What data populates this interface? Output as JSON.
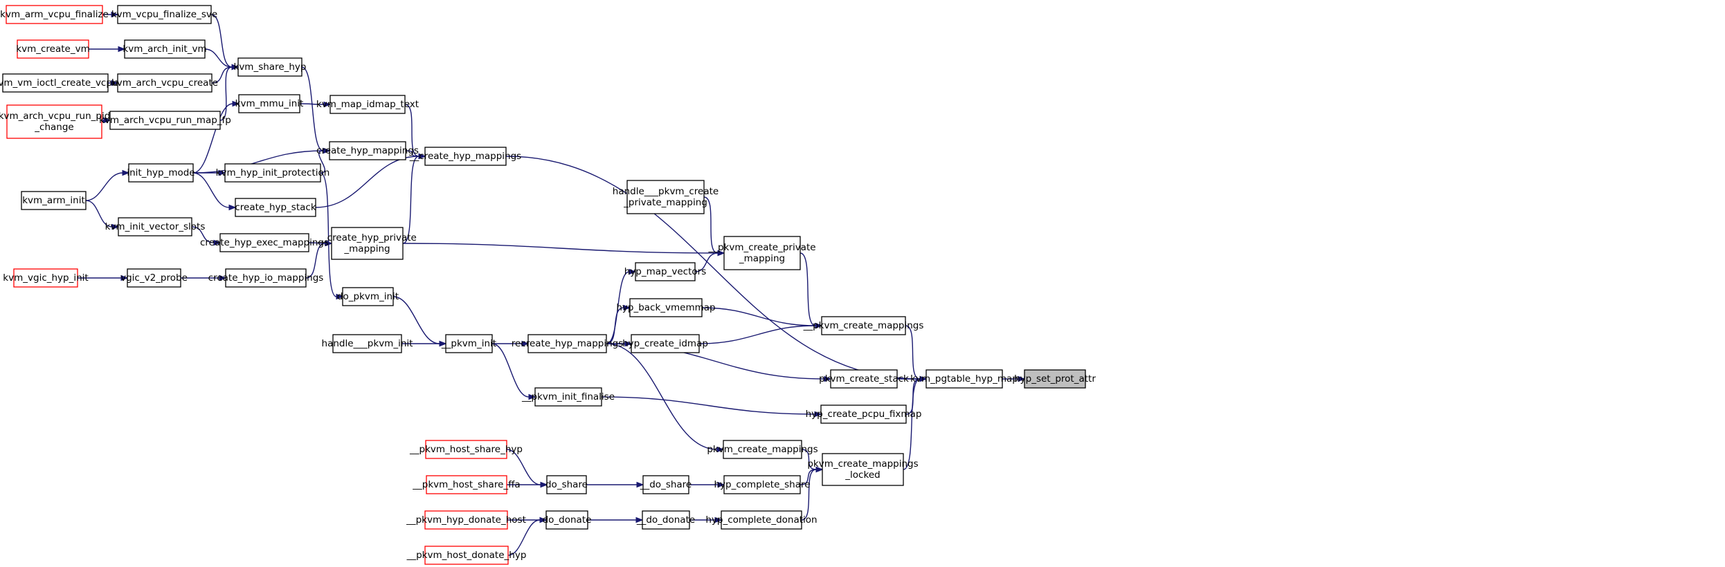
{
  "graph": {
    "nodes": [
      {
        "id": "kvm_arm_vcpu_finalize",
        "label": "kvm_arm_vcpu_finalize",
        "style": "red"
      },
      {
        "id": "kvm_vcpu_finalize_sve",
        "label": "kvm_vcpu_finalize_sve",
        "style": "normal"
      },
      {
        "id": "kvm_create_vm",
        "label": "kvm_create_vm",
        "style": "red"
      },
      {
        "id": "kvm_arch_init_vm",
        "label": "kvm_arch_init_vm",
        "style": "normal"
      },
      {
        "id": "kvm_vm_ioctl_create_vcpu",
        "label": "kvm_vm_ioctl_create_vcpu",
        "style": "normal"
      },
      {
        "id": "kvm_arch_vcpu_create",
        "label": "kvm_arch_vcpu_create",
        "style": "normal"
      },
      {
        "id": "kvm_arch_vcpu_run_pid_change",
        "label": "kvm_arch_vcpu_run_pid\n_change",
        "style": "red"
      },
      {
        "id": "kvm_arch_vcpu_run_map_fp",
        "label": "kvm_arch_vcpu_run_map_fp",
        "style": "normal"
      },
      {
        "id": "kvm_share_hyp",
        "label": "kvm_share_hyp",
        "style": "normal"
      },
      {
        "id": "kvm_mmu_init",
        "label": "kvm_mmu_init",
        "style": "normal"
      },
      {
        "id": "kvm_map_idmap_text",
        "label": "kvm_map_idmap_text",
        "style": "normal"
      },
      {
        "id": "create_hyp_mappings",
        "label": "create_hyp_mappings",
        "style": "normal"
      },
      {
        "id": "init_hyp_mode",
        "label": "init_hyp_mode",
        "style": "normal"
      },
      {
        "id": "kvm_hyp_init_protection",
        "label": "kvm_hyp_init_protection",
        "style": "normal"
      },
      {
        "id": "kvm_arm_init",
        "label": "kvm_arm_init",
        "style": "normal"
      },
      {
        "id": "create_hyp_stack",
        "label": "create_hyp_stack",
        "style": "normal"
      },
      {
        "id": "__create_hyp_mappings",
        "label": "__create_hyp_mappings",
        "style": "normal"
      },
      {
        "id": "kvm_init_vector_slots",
        "label": "kvm_init_vector_slots",
        "style": "normal"
      },
      {
        "id": "create_hyp_exec_mappings",
        "label": "create_hyp_exec_mappings",
        "style": "normal"
      },
      {
        "id": "__create_hyp_private_mapping",
        "label": "__create_hyp_private\n_mapping",
        "style": "normal"
      },
      {
        "id": "kvm_vgic_hyp_init",
        "label": "kvm_vgic_hyp_init",
        "style": "red"
      },
      {
        "id": "vgic_v2_probe",
        "label": "vgic_v2_probe",
        "style": "normal"
      },
      {
        "id": "create_hyp_io_mappings",
        "label": "create_hyp_io_mappings",
        "style": "normal"
      },
      {
        "id": "do_pkvm_init",
        "label": "do_pkvm_init",
        "style": "normal"
      },
      {
        "id": "handle___pkvm_init",
        "label": "handle___pkvm_init",
        "style": "normal"
      },
      {
        "id": "__pkvm_init",
        "label": "__pkvm_init",
        "style": "normal"
      },
      {
        "id": "recreate_hyp_mappings",
        "label": "recreate_hyp_mappings",
        "style": "normal"
      },
      {
        "id": "__pkvm_init_finalise",
        "label": "__pkvm_init_finalise",
        "style": "normal"
      },
      {
        "id": "handle___pkvm_create_private_mapping",
        "label": "handle___pkvm_create\n_private_mapping",
        "style": "normal"
      },
      {
        "id": "hyp_map_vectors",
        "label": "hyp_map_vectors",
        "style": "normal"
      },
      {
        "id": "hyp_back_vmemmap",
        "label": "hyp_back_vmemmap",
        "style": "normal"
      },
      {
        "id": "hyp_create_idmap",
        "label": "hyp_create_idmap",
        "style": "normal"
      },
      {
        "id": "__pkvm_create_private_mapping",
        "label": "__pkvm_create_private\n_mapping",
        "style": "normal"
      },
      {
        "id": "__pkvm_create_mappings",
        "label": "__pkvm_create_mappings",
        "style": "normal"
      },
      {
        "id": "pkvm_create_stack",
        "label": "pkvm_create_stack",
        "style": "normal"
      },
      {
        "id": "hyp_create_pcpu_fixmap",
        "label": "hyp_create_pcpu_fixmap",
        "style": "normal"
      },
      {
        "id": "kvm_pgtable_hyp_map",
        "label": "kvm_pgtable_hyp_map",
        "style": "normal"
      },
      {
        "id": "hyp_set_prot_attr",
        "label": "hyp_set_prot_attr",
        "style": "target"
      },
      {
        "id": "pkvm_create_mappings",
        "label": "pkvm_create_mappings",
        "style": "normal"
      },
      {
        "id": "pkvm_create_mappings_locked",
        "label": "pkvm_create_mappings\n_locked",
        "style": "normal"
      },
      {
        "id": "__pkvm_host_share_hyp",
        "label": "__pkvm_host_share_hyp",
        "style": "red"
      },
      {
        "id": "__pkvm_host_share_ffa",
        "label": "__pkvm_host_share_ffa",
        "style": "red"
      },
      {
        "id": "do_share",
        "label": "do_share",
        "style": "normal"
      },
      {
        "id": "__do_share",
        "label": "__do_share",
        "style": "normal"
      },
      {
        "id": "hyp_complete_share",
        "label": "hyp_complete_share",
        "style": "normal"
      },
      {
        "id": "__pkvm_hyp_donate_host",
        "label": "__pkvm_hyp_donate_host",
        "style": "red"
      },
      {
        "id": "__pkvm_host_donate_hyp",
        "label": "__pkvm_host_donate_hyp",
        "style": "red"
      },
      {
        "id": "do_donate",
        "label": "do_donate",
        "style": "normal"
      },
      {
        "id": "__do_donate",
        "label": "__do_donate",
        "style": "normal"
      },
      {
        "id": "hyp_complete_donation",
        "label": "hyp_complete_donation",
        "style": "normal"
      }
    ],
    "edges": [
      [
        "kvm_arm_vcpu_finalize",
        "kvm_vcpu_finalize_sve"
      ],
      [
        "kvm_vcpu_finalize_sve",
        "kvm_share_hyp"
      ],
      [
        "kvm_create_vm",
        "kvm_arch_init_vm"
      ],
      [
        "kvm_arch_init_vm",
        "kvm_share_hyp"
      ],
      [
        "kvm_vm_ioctl_create_vcpu",
        "kvm_arch_vcpu_create"
      ],
      [
        "kvm_arch_vcpu_create",
        "kvm_share_hyp"
      ],
      [
        "kvm_arch_vcpu_run_pid_change",
        "kvm_arch_vcpu_run_map_fp"
      ],
      [
        "kvm_arch_vcpu_run_map_fp",
        "kvm_share_hyp"
      ],
      [
        "kvm_share_hyp",
        "create_hyp_mappings"
      ],
      [
        "kvm_mmu_init",
        "kvm_map_idmap_text"
      ],
      [
        "kvm_map_idmap_text",
        "__create_hyp_mappings"
      ],
      [
        "create_hyp_mappings",
        "__create_hyp_mappings"
      ],
      [
        "init_hyp_mode",
        "kvm_mmu_init"
      ],
      [
        "init_hyp_mode",
        "create_hyp_mappings"
      ],
      [
        "init_hyp_mode",
        "kvm_hyp_init_protection"
      ],
      [
        "init_hyp_mode",
        "create_hyp_stack"
      ],
      [
        "kvm_hyp_init_protection",
        "create_hyp_mappings"
      ],
      [
        "kvm_hyp_init_protection",
        "do_pkvm_init"
      ],
      [
        "kvm_arm_init",
        "init_hyp_mode"
      ],
      [
        "kvm_arm_init",
        "kvm_init_vector_slots"
      ],
      [
        "create_hyp_stack",
        "__create_hyp_mappings"
      ],
      [
        "__create_hyp_mappings",
        "kvm_pgtable_hyp_map"
      ],
      [
        "kvm_init_vector_slots",
        "create_hyp_exec_mappings"
      ],
      [
        "create_hyp_exec_mappings",
        "__create_hyp_private_mapping"
      ],
      [
        "__create_hyp_private_mapping",
        "__create_hyp_mappings"
      ],
      [
        "__create_hyp_private_mapping",
        "__pkvm_create_private_mapping"
      ],
      [
        "kvm_vgic_hyp_init",
        "vgic_v2_probe"
      ],
      [
        "vgic_v2_probe",
        "create_hyp_io_mappings"
      ],
      [
        "create_hyp_io_mappings",
        "__create_hyp_private_mapping"
      ],
      [
        "do_pkvm_init",
        "__pkvm_init"
      ],
      [
        "handle___pkvm_init",
        "__pkvm_init"
      ],
      [
        "__pkvm_init",
        "recreate_hyp_mappings"
      ],
      [
        "__pkvm_init",
        "__pkvm_init_finalise"
      ],
      [
        "recreate_hyp_mappings",
        "hyp_map_vectors"
      ],
      [
        "recreate_hyp_mappings",
        "hyp_back_vmemmap"
      ],
      [
        "recreate_hyp_mappings",
        "hyp_create_idmap"
      ],
      [
        "recreate_hyp_mappings",
        "pkvm_create_stack"
      ],
      [
        "recreate_hyp_mappings",
        "pkvm_create_mappings"
      ],
      [
        "__pkvm_init_finalise",
        "hyp_create_pcpu_fixmap"
      ],
      [
        "handle___pkvm_create_private_mapping",
        "__pkvm_create_private_mapping"
      ],
      [
        "hyp_map_vectors",
        "__pkvm_create_private_mapping"
      ],
      [
        "hyp_back_vmemmap",
        "__pkvm_create_mappings"
      ],
      [
        "hyp_create_idmap",
        "__pkvm_create_mappings"
      ],
      [
        "__pkvm_create_private_mapping",
        "__pkvm_create_mappings"
      ],
      [
        "__pkvm_create_mappings",
        "kvm_pgtable_hyp_map"
      ],
      [
        "pkvm_create_stack",
        "kvm_pgtable_hyp_map"
      ],
      [
        "hyp_create_pcpu_fixmap",
        "kvm_pgtable_hyp_map"
      ],
      [
        "kvm_pgtable_hyp_map",
        "hyp_set_prot_attr"
      ],
      [
        "pkvm_create_mappings",
        "pkvm_create_mappings_locked"
      ],
      [
        "pkvm_create_mappings_locked",
        "kvm_pgtable_hyp_map"
      ],
      [
        "__pkvm_host_share_hyp",
        "do_share"
      ],
      [
        "__pkvm_host_share_ffa",
        "do_share"
      ],
      [
        "do_share",
        "__do_share"
      ],
      [
        "__do_share",
        "hyp_complete_share"
      ],
      [
        "hyp_complete_share",
        "pkvm_create_mappings_locked"
      ],
      [
        "__pkvm_hyp_donate_host",
        "do_donate"
      ],
      [
        "__pkvm_host_donate_hyp",
        "do_donate"
      ],
      [
        "do_donate",
        "__do_donate"
      ],
      [
        "__do_donate",
        "hyp_complete_donation"
      ],
      [
        "hyp_complete_donation",
        "pkvm_create_mappings_locked"
      ]
    ]
  },
  "colors": {
    "edge": "#191970",
    "node_border": "#000000",
    "caller_border": "#ff0000",
    "target_fill": "#bfbfbf",
    "background": "#ffffff"
  }
}
